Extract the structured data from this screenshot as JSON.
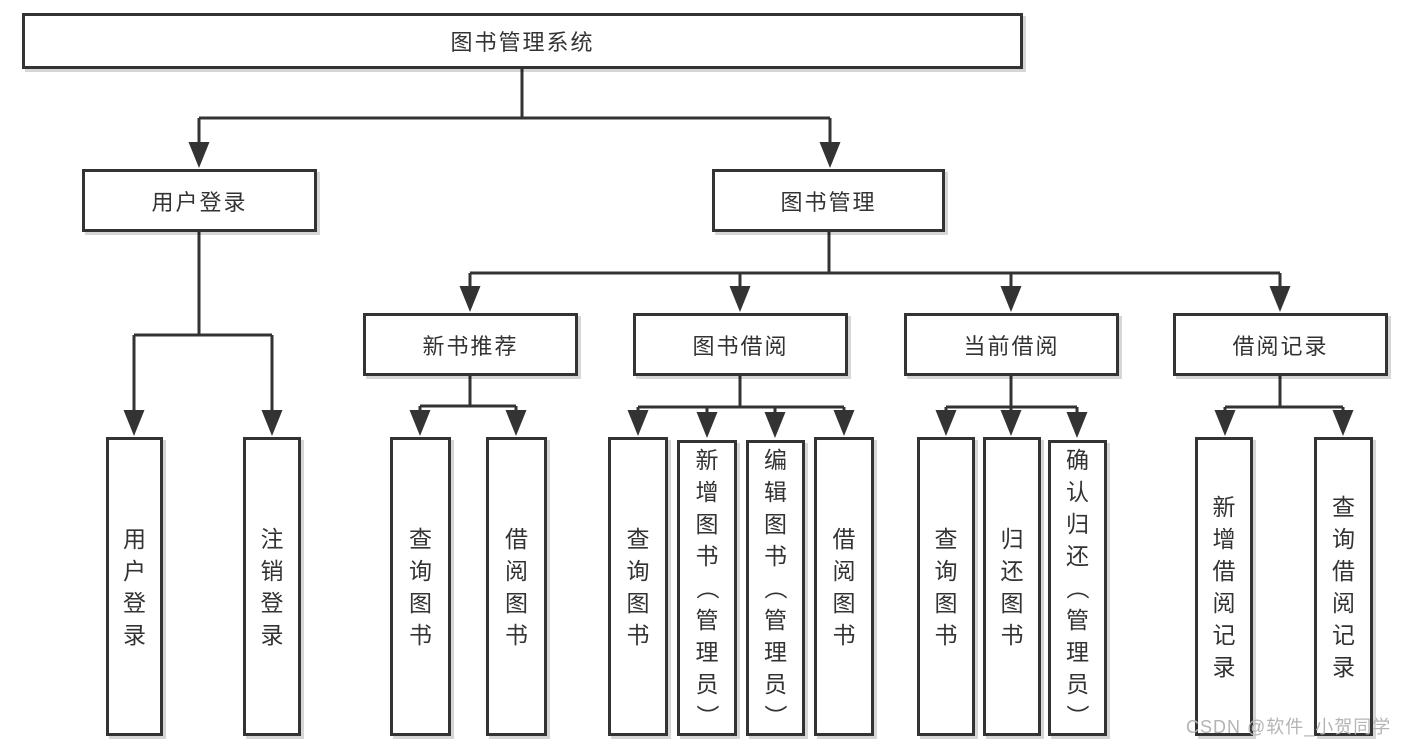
{
  "tree": {
    "label": "图书管理系统",
    "children": [
      {
        "label": "用户登录",
        "children": [
          {
            "label": "用户登录"
          },
          {
            "label": "注销登录"
          }
        ]
      },
      {
        "label": "图书管理",
        "children": [
          {
            "label": "新书推荐",
            "children": [
              {
                "label": "查询图书"
              },
              {
                "label": "借阅图书"
              }
            ]
          },
          {
            "label": "图书借阅",
            "children": [
              {
                "label": "查询图书"
              },
              {
                "label": "新增图书（管理员）"
              },
              {
                "label": "编辑图书（管理员）"
              },
              {
                "label": "借阅图书"
              }
            ]
          },
          {
            "label": "当前借阅",
            "children": [
              {
                "label": "查询图书"
              },
              {
                "label": "归还图书"
              },
              {
                "label": "确认归还（管理员）"
              }
            ]
          },
          {
            "label": "借阅记录",
            "children": [
              {
                "label": "新增借阅记录"
              },
              {
                "label": "查询借阅记录"
              }
            ]
          }
        ]
      }
    ]
  },
  "watermark": {
    "text": "CSDN @软件_小贺同学"
  },
  "colors": {
    "line": "#333333",
    "box_border": "#333333",
    "text": "#333333",
    "background": "#ffffff",
    "watermark": "#b4b4b4"
  }
}
